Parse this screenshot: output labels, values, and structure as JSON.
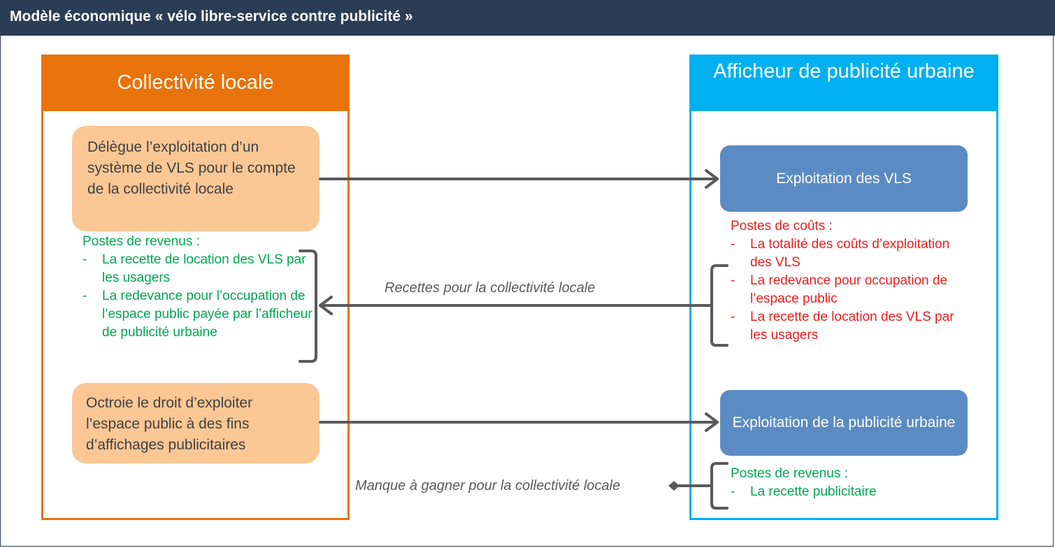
{
  "title": "Modèle économique « vélo libre-service contre publicité »",
  "left": {
    "header": "Collectivité  locale",
    "box1": "Délègue l’exploitation d’un système de VLS pour le compte de la collectivité locale",
    "revenues_title": "Postes de revenus  :",
    "revenues": [
      "La recette de location des VLS par les usagers",
      "La redevance  pour l’occupation de l’espace public  payée par l’afficheur de publicité  urbaine"
    ],
    "box2": "Octroie le droit d’exploiter l’espace public à des fins d’affichages publicitaires"
  },
  "right": {
    "header": "Afficheur de publicité urbaine",
    "box1": "Exploitation des VLS",
    "costs_title": "Postes de coûts :",
    "costs": [
      "La totalité des coûts d’exploitation des VLS",
      "La redevance  pour occupation de l’espace public",
      "La recette de location des VLS par les usagers"
    ],
    "box2": "Exploitation de la publicité urbaine",
    "revenues_title": "Postes de revenus  :",
    "revenues": [
      "La recette publicitaire"
    ]
  },
  "arrows": {
    "recettes_label": "Recettes pour la collectivité locale",
    "manque_label": "Manque à gagner pour la collectivité locale"
  },
  "list_marker": "-",
  "colors": {
    "title_bar": "#2b3d55",
    "left_accent": "#e8730a",
    "right_accent": "#00b0f0",
    "orange_box": "#fbc795",
    "blue_box": "#5b8bc2",
    "revenue_text": "#00a651",
    "cost_text": "#ee1c1c",
    "arrow": "#595959"
  }
}
